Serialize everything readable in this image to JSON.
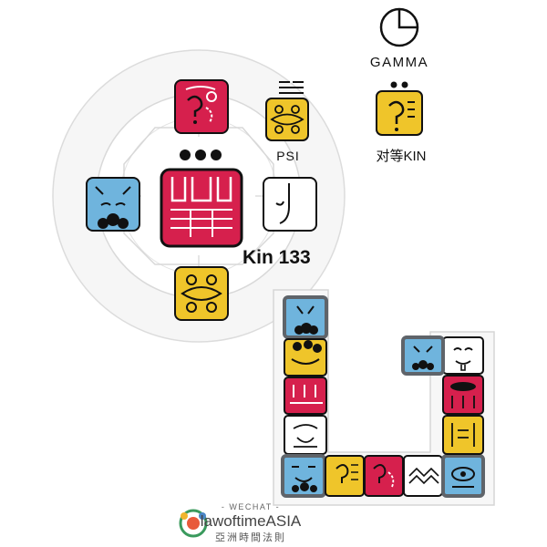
{
  "kin_label": "Kin 133",
  "psi_label": "PSI",
  "gamma_label": "GAMMA",
  "equal_kin_label": "对等KIN",
  "brand": {
    "wechat": "- WECHAT -",
    "name": "lawoftimeASIA",
    "chinese": "亞洲時間法則"
  },
  "colors": {
    "red": "#d6204d",
    "yellow": "#efc52a",
    "blue": "#6fb4dd",
    "white": "#ffffff",
    "gray": "#6a6f76",
    "ink": "#111111"
  }
}
